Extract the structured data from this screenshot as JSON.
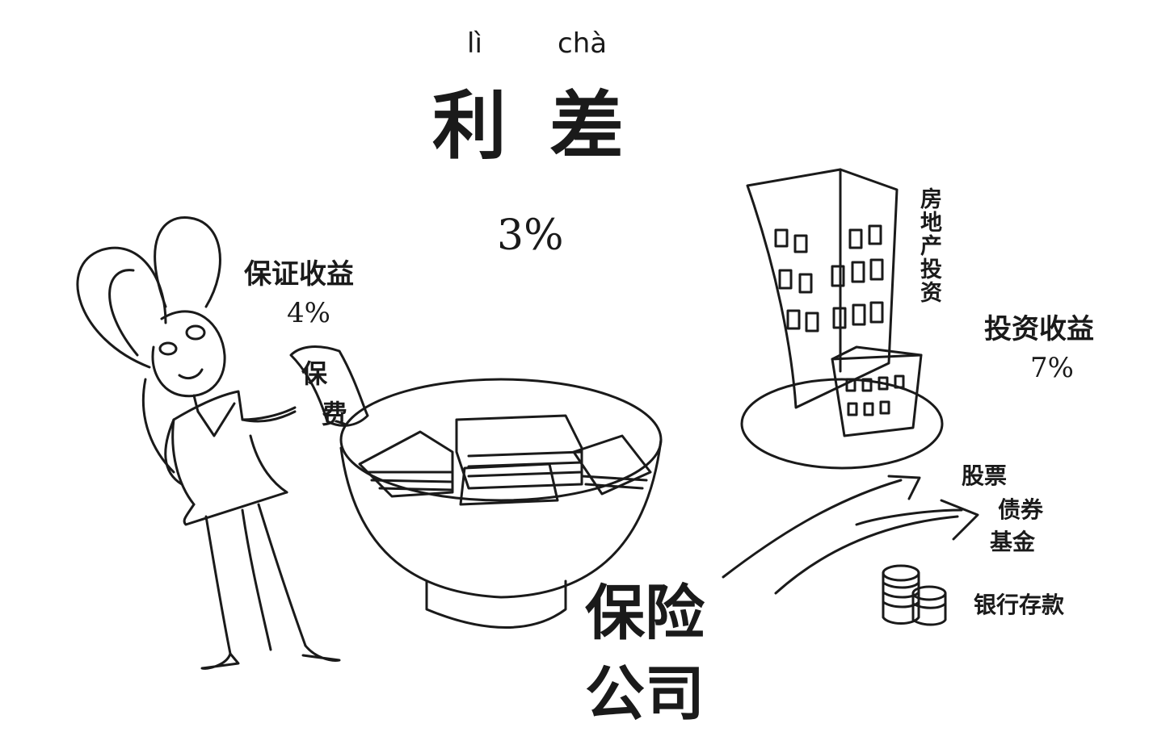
{
  "title": {
    "pinyin_1": "lì",
    "pinyin_2": "chà",
    "char_1": "利",
    "char_2": "差"
  },
  "spread_rate": "3%",
  "guaranteed": {
    "label": "保证收益",
    "rate": "4%"
  },
  "premium": {
    "char_1": "保",
    "char_2": "费"
  },
  "company": {
    "line_1": "保险",
    "line_2": "公司"
  },
  "investments": {
    "real_estate": "房地产投资",
    "return_label": "投资收益",
    "return_rate": "7%",
    "stocks": "股票",
    "bonds": "债券",
    "funds": "基金",
    "bank": "银行存款"
  },
  "colors": {
    "ink": "#1a1a1a",
    "paper": "#ffffff"
  }
}
